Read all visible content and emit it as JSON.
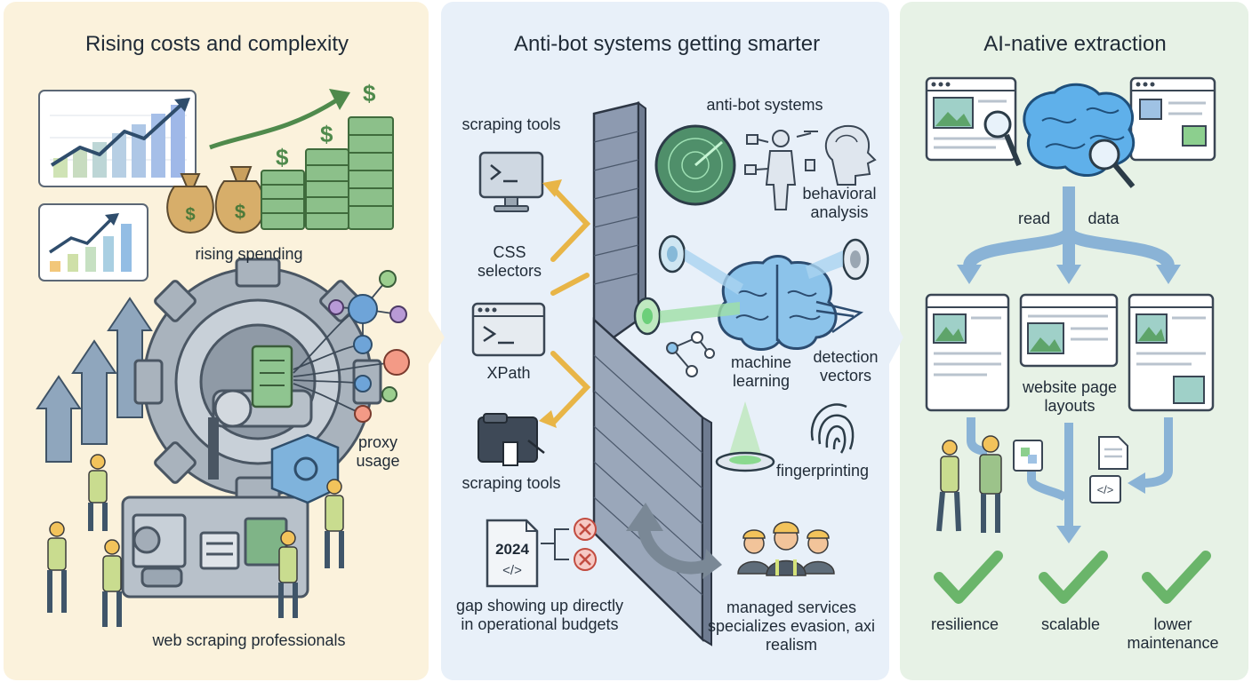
{
  "panels": [
    {
      "title": "Rising costs and complexity",
      "labels": {
        "rising_spending": "rising spending",
        "proxy_usage": "proxy usage",
        "professionals": "web scraping professionals"
      }
    },
    {
      "title": "Anti-bot systems getting smarter",
      "labels": {
        "scraping_tools_top": "scraping tools",
        "css_selectors": "CSS selectors",
        "xpath": "XPath",
        "scraping_tools_bottom": "scraping tools",
        "anti_bot_systems": "anti-bot systems",
        "behavioral_analysis": "behavioral analysis",
        "machine_learning": "machine learning",
        "detection_vectors": "detection vectors",
        "fingerprinting": "fingerprinting",
        "doc_year": "2024",
        "doc_code": "</>",
        "gap": "gap showing up directly in operational budgets",
        "managed_services": "managed services specializes evasion, axi realism"
      }
    },
    {
      "title": "AI-native extraction",
      "labels": {
        "read": "read",
        "data": "data",
        "website_layouts": "website page layouts",
        "code_icon": "</>",
        "resilience": "resilience",
        "scalable": "scalable",
        "lower_maintenance": "lower maintenance"
      }
    }
  ],
  "colors": {
    "panel1_bg": "#fbf2dc",
    "panel2_bg": "#e8f0f9",
    "panel3_bg": "#e7f2e6",
    "money_green": "#5e9a5a",
    "brain_blue": "#5aa6e0",
    "check_green": "#6ab56a",
    "error_red": "#e0645a",
    "gear_gray": "#9aa5b1"
  }
}
